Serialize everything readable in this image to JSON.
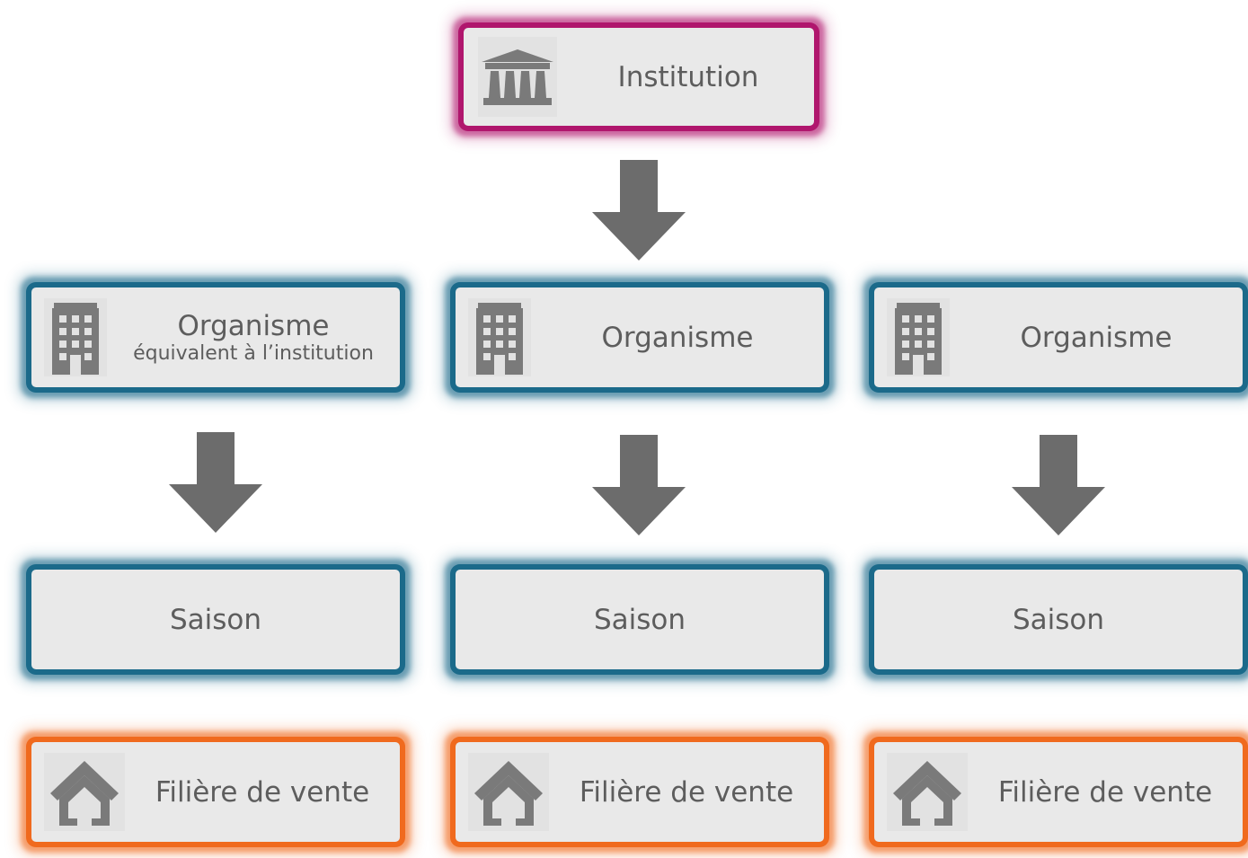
{
  "colors": {
    "institution_border": "#b0166d",
    "organisme_border": "#1b6a8a",
    "filiere_border": "#f06a1e",
    "box_fill": "#e9e9e9",
    "icon_gray": "#7a7a7a",
    "arrow_gray": "#6c6c6c",
    "text": "#5d5d5d"
  },
  "institution": {
    "label": "Institution",
    "icon": "bank-icon"
  },
  "organismes": [
    {
      "label": "Organisme",
      "sublabel": "équivalent à l’institution",
      "icon": "building-icon"
    },
    {
      "label": "Organisme",
      "sublabel": "",
      "icon": "building-icon"
    },
    {
      "label": "Organisme",
      "sublabel": "",
      "icon": "building-icon"
    }
  ],
  "saisons": [
    {
      "label": "Saison"
    },
    {
      "label": "Saison"
    },
    {
      "label": "Saison"
    }
  ],
  "filieres": [
    {
      "label": "Filière de vente",
      "icon": "home-icon"
    },
    {
      "label": "Filière de vente",
      "icon": "home-icon"
    },
    {
      "label": "Filière de vente",
      "icon": "home-icon"
    }
  ]
}
